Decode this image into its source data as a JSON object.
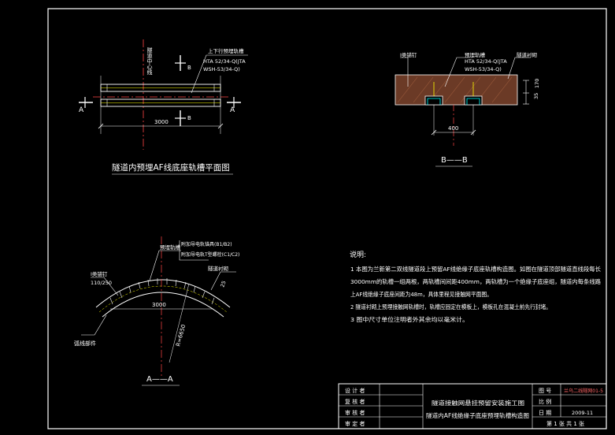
{
  "colors": {
    "background": "#000000",
    "line": "#ffffff",
    "cyan": "#00ffff",
    "yellow": "#ffff00",
    "red": "#ff3333",
    "green": "#33ff33",
    "magenta": "#ff44ff"
  },
  "plan_view": {
    "title": "隧道内预埋AF线底座轨槽平面图",
    "vertical_label": "隧道中心线",
    "rail_label": "上下行预埋轨槽",
    "spec_line1": "HTA 52/34-Q(JTA",
    "spec_line2": "WSH-53/34-Q)",
    "section_a_left": "A",
    "section_a_right": "A",
    "section_b_top": "B",
    "section_b_bottom": "B",
    "dim_length": "3000"
  },
  "section_bb": {
    "title": "B——B",
    "label_left": "Ⅰ类锚钉",
    "label_mid": "预埋轨槽",
    "label_right": "隧道衬砌",
    "spec_line1": "HTA 52/34-Q(JTA",
    "spec_line2": "WSH-53/34-Q)",
    "dim_width": "400",
    "dim_h1": "170",
    "dim_h2": "35"
  },
  "section_aa": {
    "title": "A——A",
    "label_anchor": "Ⅰ类锚钉",
    "label_anchor_size": "110/250",
    "label_rail": "预埋轨槽",
    "label_lining": "隧道衬砌",
    "label_callout": "弧线部件",
    "label_bolt1": "附加导电轨锚具(B1/B2)",
    "label_bolt2": "附加导电轨T型螺栓(C1/C2)",
    "dim_chord": "3000",
    "dim_radius": "R=6650",
    "dim_side": "25"
  },
  "notes": {
    "heading": "说明:",
    "items": [
      "1  本图为兰新第二双线隧道段上预留AF线绝缘子底座轨槽构造图。如图在隧道顶部隧道直线段每长",
      "3000mm的轨槽一组两根，两轨槽间间距400mm，两轨槽为一个绝缘子底座组，隧道内每条线路",
      "上AF线绝缘子底座间距为48m，具体里程见接触网平面图。",
      "2  隧道衬砌上预埋接触网轨槽时，轨槽应固定在模板上，模板孔在混凝土前先行封堵。",
      "3  图中尺寸单位注明者外其余均以毫米计。"
    ]
  },
  "title_block": {
    "rows": [
      "设 计 者",
      "复 核 者",
      "审 核 者",
      "审 定 者"
    ],
    "project_title_line1": "隧道接触网悬挂预留安装施工图",
    "project_title_line2": "隧道内AF线绝缘子底座预埋轨槽构造图",
    "label_drawing_no": "图 号",
    "value_drawing_no": "兰乌二线隧网01-5",
    "label_scale": "比 例",
    "value_scale": "",
    "label_date": "日 期",
    "value_date": "2009-11",
    "sheet_info": "第 1 张 共 1 张"
  }
}
